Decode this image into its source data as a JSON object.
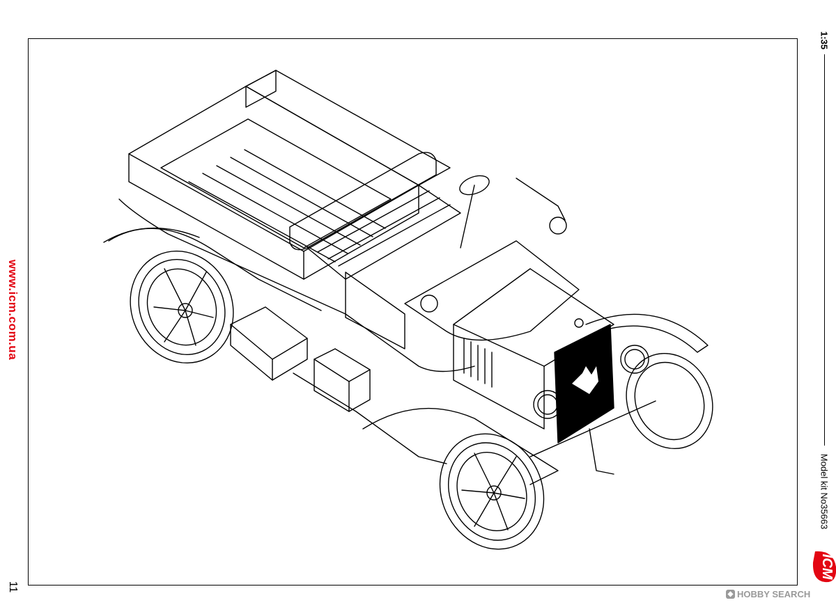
{
  "sidebar": {
    "site_url": "www.icm.com.ua"
  },
  "footer": {
    "page_number": "11"
  },
  "right_strip": {
    "scale": "1:35",
    "model_kit": "Model kit No35663"
  },
  "logo": {
    "text": "ICM",
    "icon": "icm-logo-icon"
  },
  "watermark": {
    "text": "HOBBY SEARCH",
    "icon": "hobby-search-badge-icon"
  },
  "colors": {
    "accent": "#e30613",
    "ink": "#000000",
    "paper": "#ffffff",
    "watermark": "#9a9a9a"
  }
}
